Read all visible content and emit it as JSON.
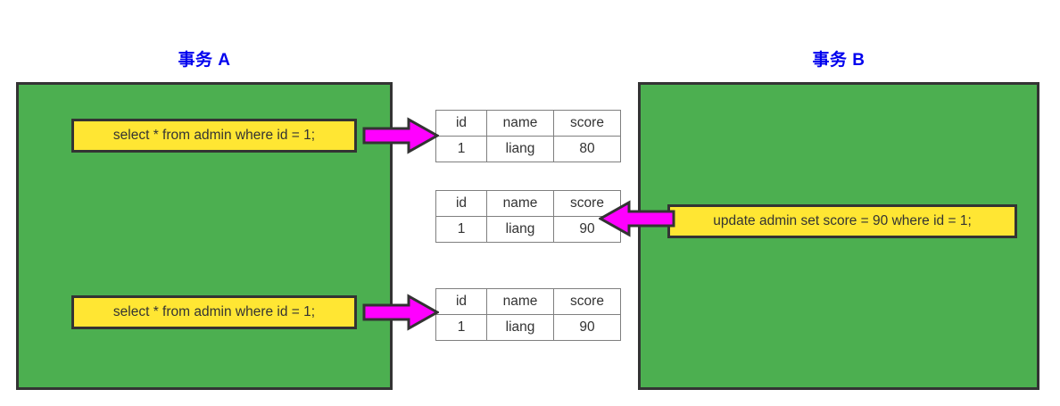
{
  "diagram": {
    "title_color": "#0000ee",
    "panel_color": "#4caf50",
    "box_color": "#ffe633",
    "arrow_color": "#ff00ff",
    "border_color": "#333333",
    "transactions": [
      {
        "name": "事务 A"
      },
      {
        "name": "事务 B"
      }
    ],
    "statements": {
      "select_1": "select * from admin where id = 1;",
      "select_2": "select * from admin where id = 1;",
      "update_1": "update admin set score = 90 where id = 1;"
    },
    "tables": [
      {
        "headers": [
          "id",
          "name",
          "score"
        ],
        "row": [
          "1",
          "liang",
          "80"
        ]
      },
      {
        "headers": [
          "id",
          "name",
          "score"
        ],
        "row": [
          "1",
          "liang",
          "90"
        ]
      },
      {
        "headers": [
          "id",
          "name",
          "score"
        ],
        "row": [
          "1",
          "liang",
          "90"
        ]
      }
    ],
    "arrows": [
      {
        "direction": "right"
      },
      {
        "direction": "left"
      },
      {
        "direction": "right"
      }
    ]
  }
}
